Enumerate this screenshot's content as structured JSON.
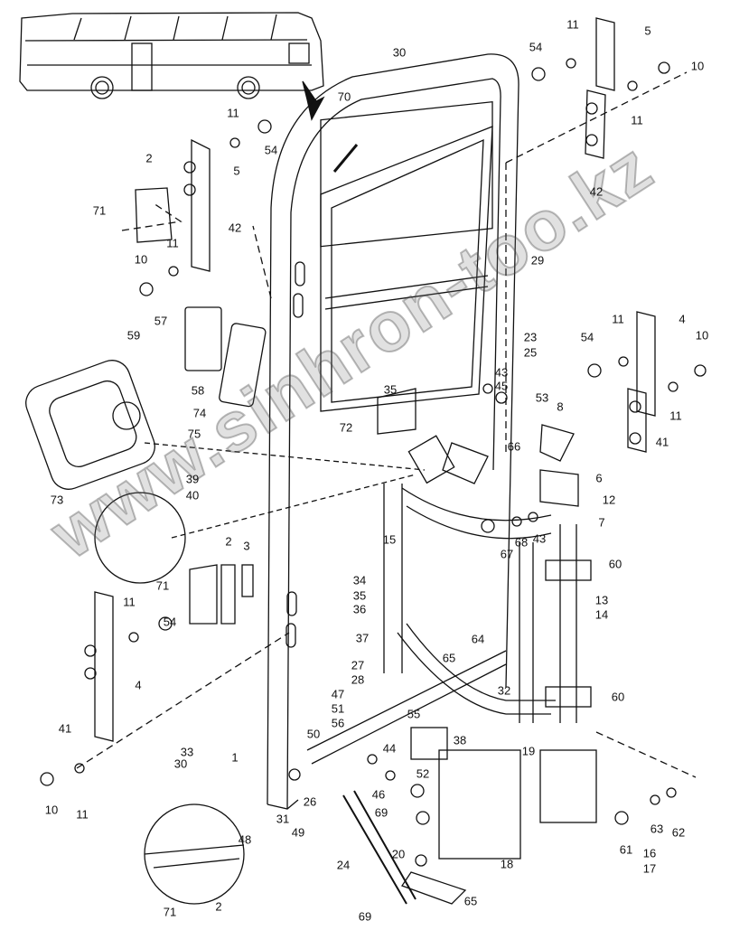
{
  "diagram": {
    "callouts": [
      "30",
      "70",
      "54",
      "11",
      "5",
      "10",
      "11",
      "42",
      "11",
      "54",
      "2",
      "5",
      "71",
      "42",
      "11",
      "10",
      "29",
      "57",
      "59",
      "58",
      "23",
      "25",
      "43",
      "45",
      "53",
      "35",
      "8",
      "54",
      "11",
      "4",
      "10",
      "11",
      "41",
      "74",
      "75",
      "72",
      "66",
      "73",
      "39",
      "40",
      "6",
      "12",
      "7",
      "15",
      "68",
      "43",
      "67",
      "60",
      "2",
      "3",
      "71",
      "13",
      "14",
      "34",
      "35",
      "36",
      "11",
      "54",
      "37",
      "64",
      "27",
      "28",
      "65",
      "32",
      "4",
      "60",
      "47",
      "51",
      "56",
      "55",
      "41",
      "50",
      "38",
      "44",
      "19",
      "33",
      "1",
      "30",
      "52",
      "46",
      "26",
      "10",
      "11",
      "31",
      "49",
      "48",
      "69",
      "16",
      "17",
      "61",
      "63",
      "62",
      "20",
      "24",
      "18",
      "65",
      "71",
      "2",
      "69"
    ]
  },
  "watermark": "www.sinhron-too.kz",
  "colors": {
    "line": "#111111",
    "background": "#ffffff"
  }
}
